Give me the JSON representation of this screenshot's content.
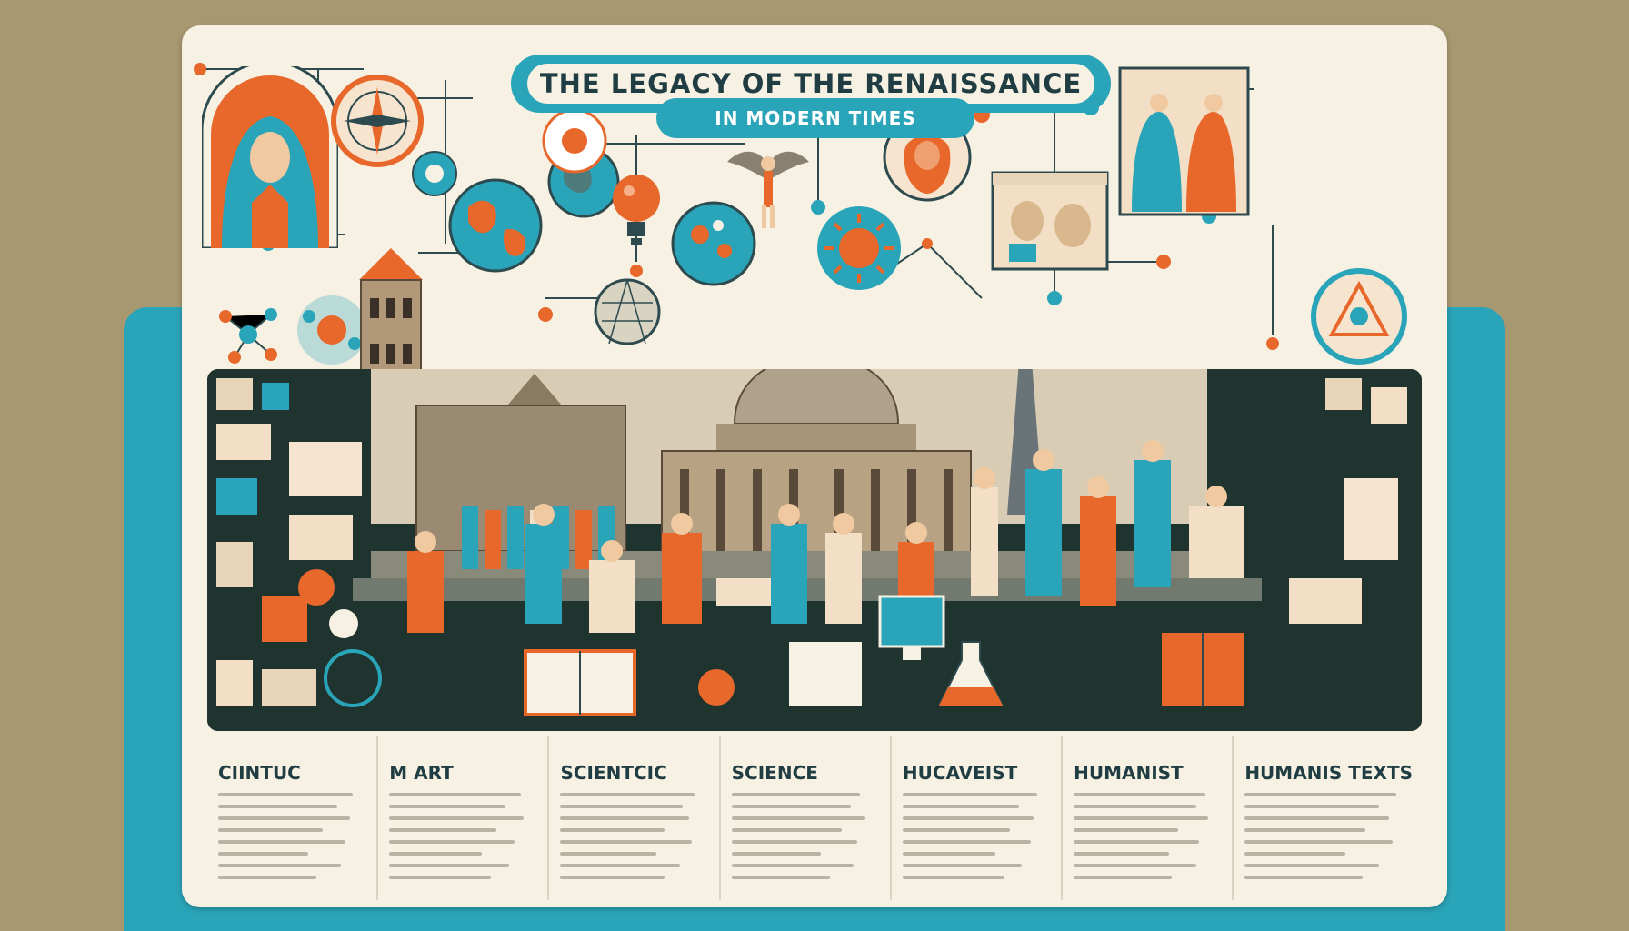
{
  "header": {
    "title": "THE LEGACY OF THE RENAISSANCE",
    "subtitle": "IN MODERN TIMES"
  },
  "columns": [
    {
      "heading": "CIINTUC"
    },
    {
      "heading": "M ART"
    },
    {
      "heading": "SCIENTCIC"
    },
    {
      "heading": "SCIENCE"
    },
    {
      "heading": "HUCAVEIST"
    },
    {
      "heading": "HUMANIST"
    },
    {
      "heading": "HUMANIS TEXTS"
    }
  ],
  "colors": {
    "teal": "#2aa4b8",
    "orange": "#e8672a",
    "cream": "#f6f1e3",
    "dark": "#20342f",
    "navy": "#1f3d43"
  },
  "icons": [
    "madonna-portrait-icon",
    "compass-icon",
    "globe-icon",
    "lightbulb-icon",
    "sun-icon",
    "bearded-portrait-icon",
    "painting-icon",
    "molecule-icon",
    "dome-building-icon",
    "tower-icon",
    "book-icon",
    "flask-icon",
    "computer-icon"
  ]
}
